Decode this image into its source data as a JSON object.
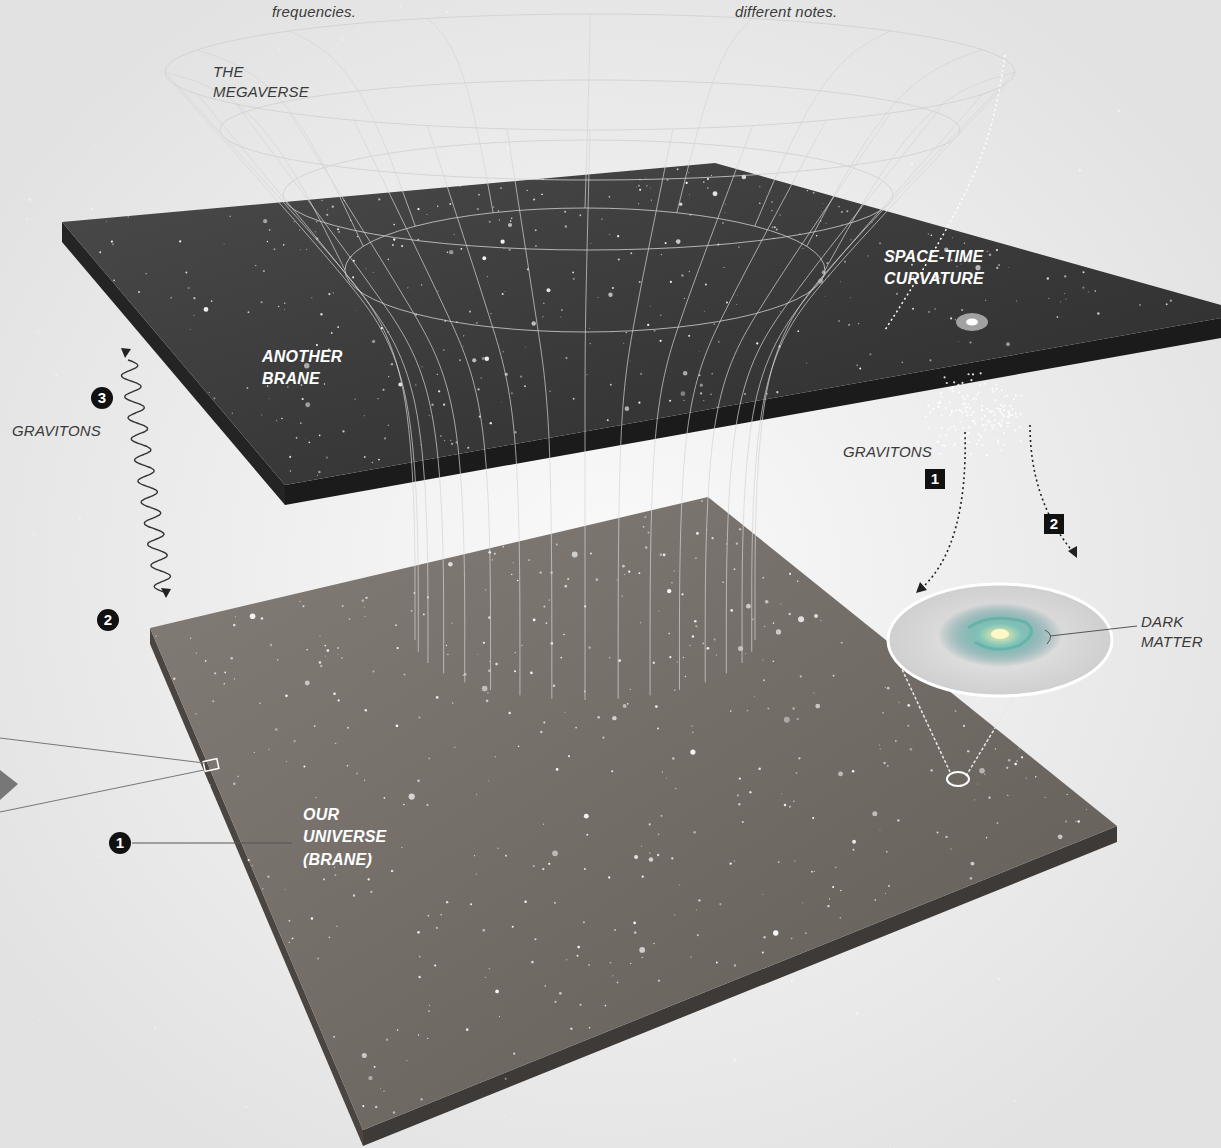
{
  "diagram": {
    "labels": [
      "frequencies.",
      "different notes.",
      "THE MEGAVERSE",
      "SPACE-TIME CURVATURE",
      "ANOTHER BRANE",
      "3",
      "GRAVITONS",
      "GRAVITONS",
      "1",
      "2",
      "2",
      "DARK MATTER",
      "1",
      "OUR UNIVERSE (BRANE)"
    ]
  }
}
